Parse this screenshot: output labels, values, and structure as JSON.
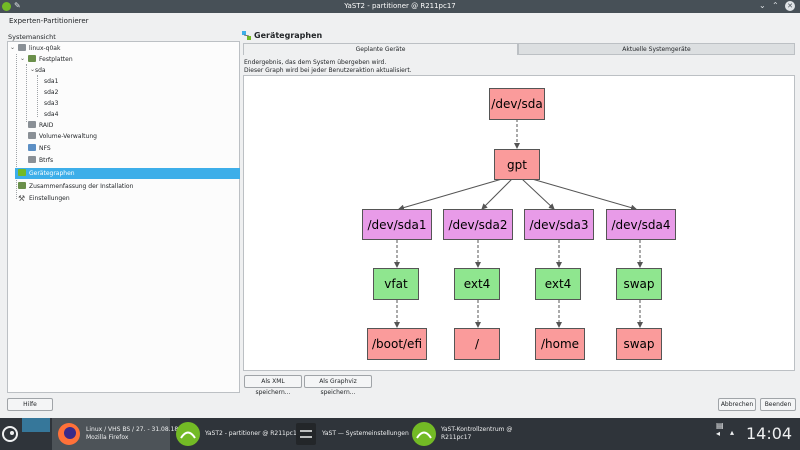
{
  "window": {
    "title": "YaST2 - partitioner @ R211pc17"
  },
  "menubar": {
    "title": "Experten-Partitionierer"
  },
  "left_panel": {
    "label": "Systemansicht",
    "tree": [
      {
        "label": "linux-q0ak"
      },
      {
        "label": "Festplatten"
      },
      {
        "label": "sda"
      },
      {
        "label": "sda1"
      },
      {
        "label": "sda2"
      },
      {
        "label": "sda3"
      },
      {
        "label": "sda4"
      },
      {
        "label": "RAID"
      },
      {
        "label": "Volume-Verwaltung"
      },
      {
        "label": "NFS"
      },
      {
        "label": "Btrfs"
      },
      {
        "label": "Gerätegraphen"
      },
      {
        "label": "Zusammenfassung der Installation"
      },
      {
        "label": "Einstellungen"
      }
    ]
  },
  "right_panel": {
    "heading": "Gerätegraphen",
    "tabs": [
      "Geplante Geräte",
      "Aktuelle Systemgeräte"
    ],
    "desc_line1": "Endergebnis, das dem System übergeben wird.",
    "desc_line2": "Dieser Graph wird bei jeder Benutzeraktion aktualisiert.",
    "graph": {
      "root": "/dev/sda",
      "table": "gpt",
      "partitions": [
        "/dev/sda1",
        "/dev/sda2",
        "/dev/sda3",
        "/dev/sda4"
      ],
      "filesystems": [
        "vfat",
        "ext4",
        "ext4",
        "swap"
      ],
      "mountpoints": [
        "/boot/efi",
        "/",
        "/home",
        "swap"
      ]
    },
    "buttons": {
      "save_xml": "Als XML speichern...",
      "save_graphviz": "Als Graphviz speichern..."
    }
  },
  "footer": {
    "help": "Hilfe",
    "cancel": "Abbrechen",
    "finish": "Beenden"
  },
  "taskbar": {
    "firefox_line1": "Linux / VHS BS / 27. - 31.08.18 -",
    "firefox_line2": "Mozilla Firefox",
    "yast_partitioner": "YaST2 - partitioner @ R211pc17",
    "yast_settings": "YaST  — Systemeinstellungen",
    "yast_cc_line1": "YaST-Kontrollzentrum @",
    "yast_cc_line2": "R211pc17",
    "clock": "14:04"
  },
  "colors": {
    "selection": "#3daee9",
    "node_red": "#fa9b9b",
    "node_violet": "#e89be8",
    "node_green": "#8fe68f"
  }
}
